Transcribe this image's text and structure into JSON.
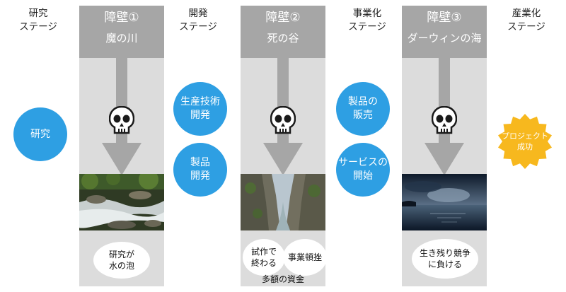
{
  "stages": [
    {
      "label": "研究\nステージ"
    },
    {
      "label": "開発\nステージ"
    },
    {
      "label": "事業化\nステージ"
    },
    {
      "label": "産業化\nステージ"
    }
  ],
  "barriers": [
    {
      "title": "障壁①",
      "name": "魔の川",
      "photo": "rapids-photo",
      "notes": [
        "研究が\n水の泡"
      ]
    },
    {
      "title": "障壁②",
      "name": "死の谷",
      "photo": "canyon-photo",
      "notes": [
        "試作で\n終わる",
        "事業頓挫"
      ],
      "footer": "多額の資金"
    },
    {
      "title": "障壁③",
      "name": "ダーウィンの海",
      "photo": "sea-photo",
      "notes": [
        "生き残り競争\nに負ける"
      ]
    }
  ],
  "activities": {
    "research": "研究",
    "dev_production": "生産技術\n開発",
    "dev_product": "製品\n開発",
    "biz_sales": "製品の\n販売",
    "biz_service": "サービスの\n開始"
  },
  "success": "プロジェクト\n成功",
  "icons": {
    "hazard": "skull-icon",
    "flow": "down-arrow-icon"
  },
  "colors": {
    "circle_blue": "#2e9fe3",
    "barrier_head": "#a6a6a6",
    "barrier_column": "#dcdcdc",
    "arrow": "#a6a6a6",
    "success_burst": "#f7b81e"
  }
}
